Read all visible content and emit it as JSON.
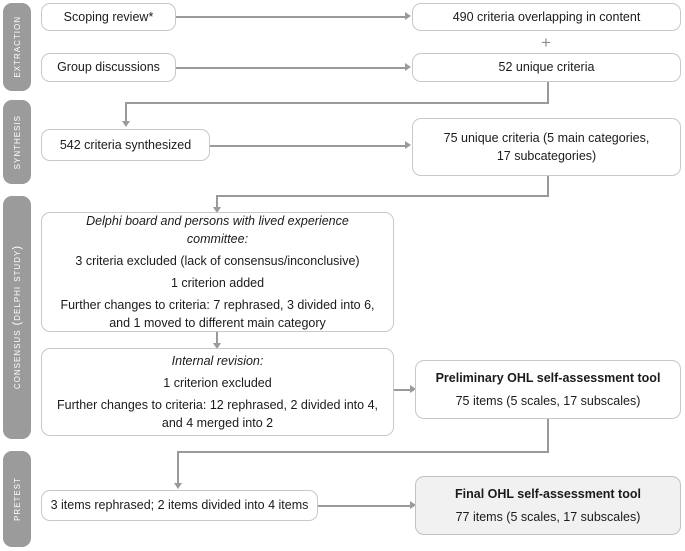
{
  "figure": {
    "type": "flowchart",
    "title": "OHL self-assessment tool development flowchart",
    "accent_gray": "#9b9b9b",
    "box_border": "#c8c8c8",
    "shaded_fill": "#f1f1f1",
    "connector_color": "#9a9a9a"
  },
  "stages": [
    {
      "id": "extraction",
      "label": "Extraction"
    },
    {
      "id": "synthesis",
      "label": "Synthesis"
    },
    {
      "id": "consensus",
      "label": "Consensus (Delphi study)"
    },
    {
      "id": "pretest",
      "label": "Pretest"
    }
  ],
  "nodes": {
    "scoping_review": {
      "lines": [
        {
          "text": "Scoping review*"
        }
      ]
    },
    "group_discussions": {
      "lines": [
        {
          "text": "Group discussions"
        }
      ]
    },
    "overlapping_criteria": {
      "lines": [
        {
          "text": "490 criteria overlapping in content"
        }
      ]
    },
    "unique_criteria_52": {
      "lines": [
        {
          "text": "52 unique criteria"
        }
      ]
    },
    "criteria_synthesized": {
      "lines": [
        {
          "text": "542 criteria synthesized"
        }
      ]
    },
    "unique_criteria_75": {
      "lines": [
        {
          "text": "75 unique criteria (5 main categories, 17 subcategories)"
        }
      ]
    },
    "delphi_board": {
      "lines": [
        {
          "text": "Delphi board and persons with lived experience committee:",
          "style": "italic"
        },
        {
          "text": "3 criteria excluded (lack of consensus/inconclusive)"
        },
        {
          "text": "1 criterion added"
        },
        {
          "text": "Further changes to criteria: 7 rephrased, 3 divided into 6, and 1 moved to different main category"
        }
      ]
    },
    "internal_revision": {
      "lines": [
        {
          "text": "Internal revision:",
          "style": "italic"
        },
        {
          "text": "1 criterion excluded"
        },
        {
          "text": "Further changes to criteria: 12 rephrased, 2 divided into 4, and 4 merged into 2"
        }
      ]
    },
    "preliminary_tool": {
      "lines": [
        {
          "text": "Preliminary OHL self-assessment tool",
          "style": "bold"
        },
        {
          "text": "75 items (5 scales, 17 subscales)"
        }
      ]
    },
    "pretest_changes": {
      "lines": [
        {
          "text": "3 items rephrased; 2 items divided into 4 items"
        }
      ]
    },
    "final_tool": {
      "lines": [
        {
          "text": "Final OHL self-assessment tool",
          "style": "bold"
        },
        {
          "text": "77 items (5 scales, 17 subscales)"
        }
      ]
    }
  },
  "symbols": {
    "plus": "+"
  }
}
